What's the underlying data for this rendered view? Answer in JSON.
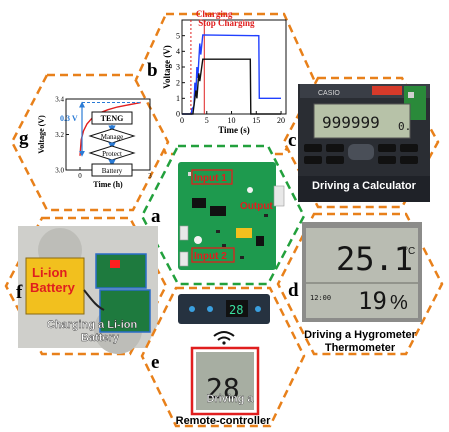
{
  "panels": {
    "a": {
      "letter": "a",
      "labels": {
        "input1": "Input 1",
        "output": "Output",
        "input2": "Input 2"
      }
    },
    "b": {
      "letter": "b",
      "annotations": {
        "charging": "Charging",
        "stop_charging": "Stop Charging"
      }
    },
    "c": {
      "letter": "c",
      "display_text": "999999",
      "display_text_right": "0.",
      "brand_text": "CASIO",
      "caption": "Driving a Calculator"
    },
    "d": {
      "letter": "d",
      "temperature": "25.1",
      "temp_unit": "°C",
      "time": "12:00",
      "humidity": "19",
      "humidity_unit": "%",
      "caption_line1": "Driving a Hygrometer",
      "caption_line2": "Thermometer"
    },
    "e": {
      "letter": "e",
      "remote_display": "28",
      "lcd_number": "28",
      "caption_line1": "Driving a",
      "caption_line2": "Remote-controller"
    },
    "f": {
      "letter": "f",
      "battery_line1": "Li-ion",
      "battery_line2": "Battery",
      "caption_line1": "Charging a Li-ion",
      "caption_line2": "Battery"
    },
    "g": {
      "letter": "g",
      "delta_label": "0.3 V",
      "flow": [
        "TENG",
        "Manage",
        "Protect",
        "Battery"
      ]
    }
  },
  "chart_data": [
    {
      "type": "line",
      "panel": "b",
      "xlabel": "Time (s)",
      "ylabel": "Voltage (V)",
      "xlim": [
        0,
        21
      ],
      "ylim": [
        0,
        6
      ],
      "xticks": [
        0,
        5,
        10,
        15,
        20
      ],
      "yticks": [
        0,
        1,
        2,
        3,
        4,
        5
      ],
      "grid": false,
      "series": [
        {
          "color": "#2040ff",
          "x": [
            0,
            1.9,
            2,
            2.4,
            2.6,
            2.8,
            3.0,
            3.2,
            3.6,
            3.8,
            4.2,
            15.5,
            15.6,
            20
          ],
          "y": [
            0,
            0,
            0.3,
            0.5,
            2.0,
            1.2,
            3.0,
            2.3,
            4.5,
            3.8,
            5.05,
            5.0,
            1.0,
            1.0
          ]
        },
        {
          "color": "#111111",
          "x": [
            0,
            2.2,
            2.4,
            2.8,
            3.0,
            3.4,
            3.6,
            4.2,
            13.8,
            13.9,
            20
          ],
          "y": [
            0,
            0,
            0.5,
            1.5,
            1.0,
            2.6,
            2.1,
            3.5,
            3.5,
            0,
            0
          ]
        }
      ],
      "markers": [
        {
          "x": 1.8,
          "color": "#e02020",
          "style": "dotted"
        },
        {
          "x": 4.5,
          "color": "#e02020",
          "style": "solid"
        }
      ]
    },
    {
      "type": "line",
      "panel": "g",
      "xlabel": "Time (h)",
      "ylabel": "Voltage (V)",
      "xlim": [
        -0.6,
        3
      ],
      "ylim": [
        3.0,
        3.4
      ],
      "xticks": [
        0,
        3
      ],
      "yticks": [
        3.0,
        3.2,
        3.4
      ],
      "grid": false,
      "series": [
        {
          "color": "#e02020",
          "x": [
            0,
            0.05,
            0.15,
            0.3,
            0.5,
            0.8,
            1.2,
            1.6,
            2.0,
            2.4,
            2.6
          ],
          "y": [
            3.08,
            3.17,
            3.22,
            3.26,
            3.29,
            3.32,
            3.34,
            3.355,
            3.365,
            3.375,
            3.38
          ]
        }
      ]
    }
  ]
}
